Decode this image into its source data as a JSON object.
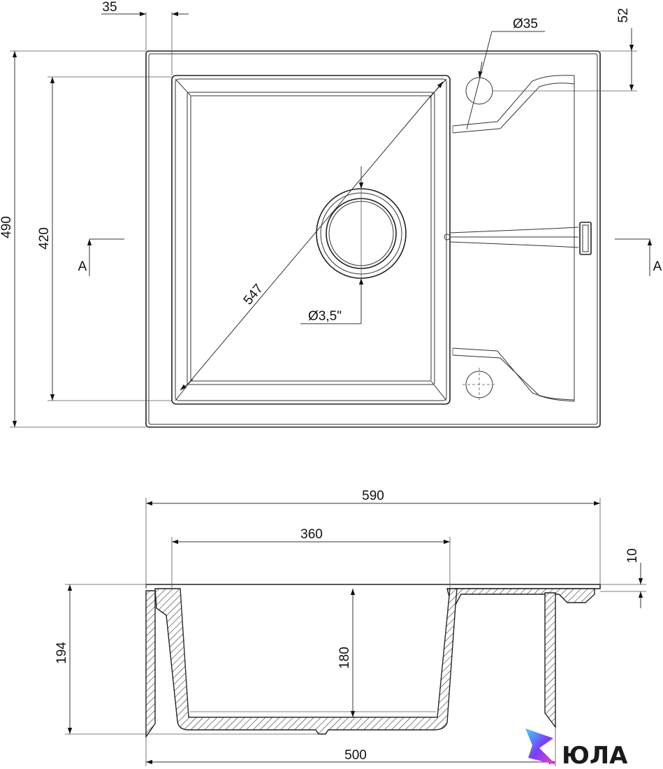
{
  "top_view": {
    "dims": {
      "top_offset": "35",
      "edge_52": "52",
      "tap_hole": "Ø35",
      "height_490": "490",
      "bowl_height": "420",
      "diagonal": "547",
      "drain": "Ø3,5\"",
      "section_left": "A",
      "section_right": "A"
    }
  },
  "side_view": {
    "dims": {
      "overall_width": "590",
      "bowl_width": "360",
      "rim_10": "10",
      "overall_depth": "194",
      "bowl_depth": "180",
      "base_width": "500"
    }
  },
  "logo": {
    "text": "ЮЛА",
    "colors": [
      "#3fd3ff",
      "#7b3cff",
      "#ff3fb0"
    ]
  }
}
